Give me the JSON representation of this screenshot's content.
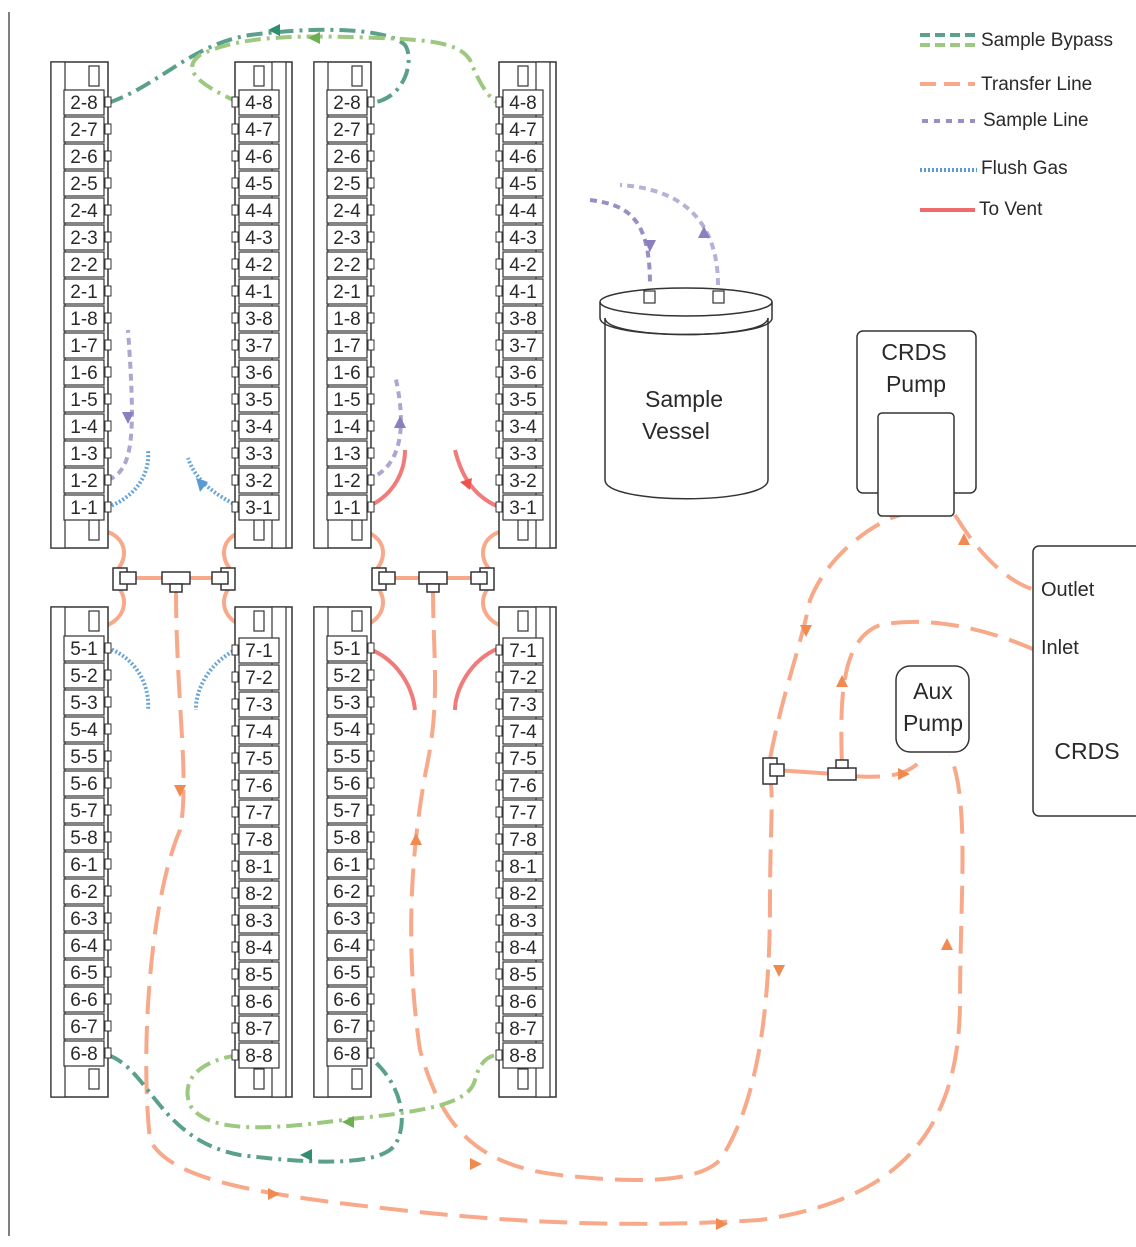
{
  "legend": [
    {
      "label": "Sample Bypass",
      "color": "#6fae8f",
      "style": "dashdot-double"
    },
    {
      "label": "Transfer Line",
      "color": "#f7a98a",
      "style": "dash"
    },
    {
      "label": "Sample Line",
      "color": "#9b8ec4",
      "style": "dot"
    },
    {
      "label": "Flush Gas",
      "color": "#5a9bd4",
      "style": "fine-dot"
    },
    {
      "label": "To Vent",
      "color": "#ef7f7a",
      "style": "solid"
    }
  ],
  "manifolds": {
    "top_left_outer": {
      "ports": [
        "2-8",
        "2-7",
        "2-6",
        "2-5",
        "2-4",
        "2-3",
        "2-2",
        "2-1",
        "1-8",
        "1-7",
        "1-6",
        "1-5",
        "1-4",
        "1-3",
        "1-2",
        "1-1"
      ]
    },
    "top_left_inner": {
      "ports": [
        "4-8",
        "4-7",
        "4-6",
        "4-5",
        "4-4",
        "4-3",
        "4-2",
        "4-1",
        "3-8",
        "3-7",
        "3-6",
        "3-5",
        "3-4",
        "3-3",
        "3-2",
        "3-1"
      ]
    },
    "top_right_inner": {
      "ports": [
        "2-8",
        "2-7",
        "2-6",
        "2-5",
        "2-4",
        "2-3",
        "2-2",
        "2-1",
        "1-8",
        "1-7",
        "1-6",
        "1-5",
        "1-4",
        "1-3",
        "1-2",
        "1-1"
      ]
    },
    "top_right_outer": {
      "ports": [
        "4-8",
        "4-7",
        "4-6",
        "4-5",
        "4-4",
        "4-3",
        "4-2",
        "4-1",
        "3-8",
        "3-7",
        "3-6",
        "3-5",
        "3-4",
        "3-3",
        "3-2",
        "3-1"
      ]
    },
    "bot_left_outer": {
      "ports": [
        "5-1",
        "5-2",
        "5-3",
        "5-4",
        "5-5",
        "5-6",
        "5-7",
        "5-8",
        "6-1",
        "6-2",
        "6-3",
        "6-4",
        "6-5",
        "6-6",
        "6-7",
        "6-8"
      ]
    },
    "bot_left_inner": {
      "ports": [
        "7-1",
        "7-2",
        "7-3",
        "7-4",
        "7-5",
        "7-6",
        "7-7",
        "7-8",
        "8-1",
        "8-2",
        "8-3",
        "8-4",
        "8-5",
        "8-6",
        "8-7",
        "8-8"
      ]
    },
    "bot_right_inner": {
      "ports": [
        "5-1",
        "5-2",
        "5-3",
        "5-4",
        "5-5",
        "5-6",
        "5-7",
        "5-8",
        "6-1",
        "6-2",
        "6-3",
        "6-4",
        "6-5",
        "6-6",
        "6-7",
        "6-8"
      ]
    },
    "bot_right_outer": {
      "ports": [
        "7-1",
        "7-2",
        "7-3",
        "7-4",
        "7-5",
        "7-6",
        "7-7",
        "7-8",
        "8-1",
        "8-2",
        "8-3",
        "8-4",
        "8-5",
        "8-6",
        "8-7",
        "8-8"
      ]
    }
  },
  "devices": {
    "sample_vessel": {
      "line1": "Sample",
      "line2": "Vessel"
    },
    "crds_pump": {
      "line1": "CRDS",
      "line2": "Pump"
    },
    "aux_pump": {
      "line1": "Aux",
      "line2": "Pump"
    },
    "crds": {
      "label": "CRDS",
      "outlet": "Outlet",
      "inlet": "Inlet"
    }
  }
}
